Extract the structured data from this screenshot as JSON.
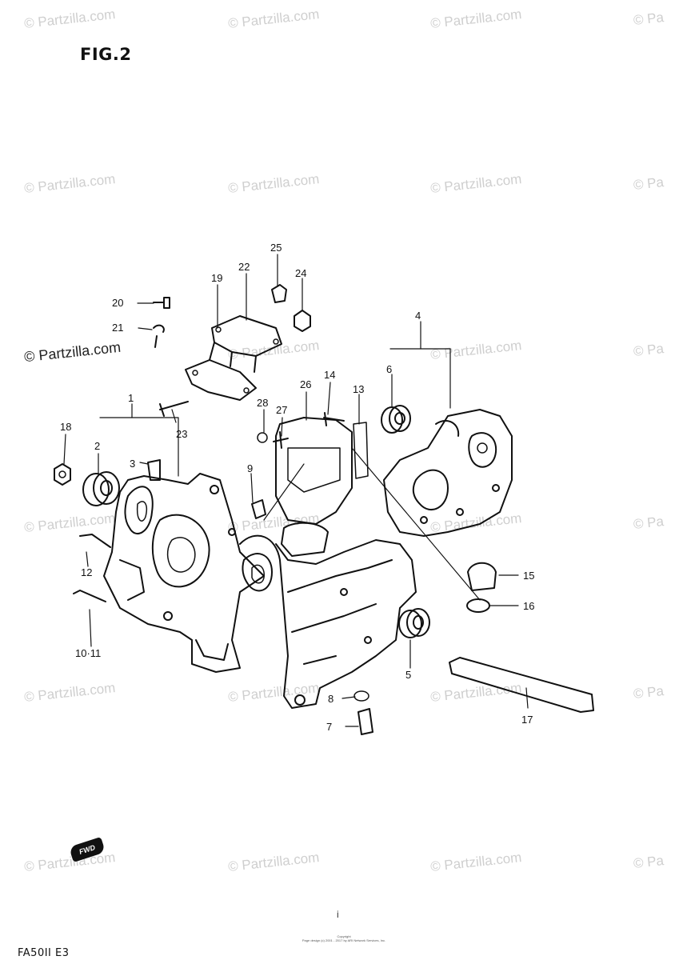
{
  "figure": {
    "title": "FIG.2"
  },
  "watermark": {
    "text": "© Partzilla.com",
    "text_clipped": "© Pa"
  },
  "callouts": [
    "1",
    "2",
    "3",
    "4",
    "5",
    "6",
    "7",
    "8",
    "9",
    "10·11",
    "12",
    "13",
    "14",
    "15",
    "16",
    "17",
    "18",
    "19",
    "20",
    "21",
    "22",
    "23",
    "24",
    "25",
    "26",
    "27",
    "28"
  ],
  "footer": {
    "model_code": "FA50II E3",
    "page_mark": "i",
    "copyright_line1": "Copyright",
    "copyright_line2": "Page design (c) 2001 - 2017 by ARI Network Services, Inc."
  },
  "badge": {
    "label": "FWD"
  },
  "colors": {
    "ink": "#111111",
    "watermark": "#cfcfcf",
    "background": "#ffffff"
  }
}
